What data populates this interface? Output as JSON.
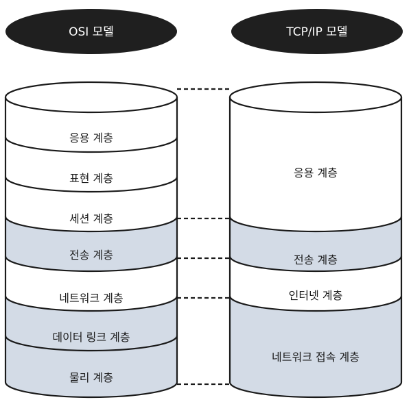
{
  "headers": {
    "osi": "OSI 모델",
    "tcpip": "TCP/IP 모델"
  },
  "osi_layers": [
    {
      "label": "응용 계층",
      "shaded": false
    },
    {
      "label": "표현 계층",
      "shaded": false
    },
    {
      "label": "세션 계층",
      "shaded": false
    },
    {
      "label": "전송 계층",
      "shaded": true
    },
    {
      "label": "네트워크 계층",
      "shaded": false
    },
    {
      "label": "데이터 링크 계층",
      "shaded": true
    },
    {
      "label": "물리 계층",
      "shaded": true
    }
  ],
  "tcpip_layers": [
    {
      "label": "응용 계층",
      "shaded": false
    },
    {
      "label": "전송 계층",
      "shaded": true
    },
    {
      "label": "인터넷 계층",
      "shaded": false
    },
    {
      "label": "네트워크 접속 계층",
      "shaded": true
    }
  ],
  "colors": {
    "pill": "#1f1f1f",
    "shaded": "#d3dbe6",
    "white": "#ffffff",
    "stroke": "#1a1a1a"
  }
}
